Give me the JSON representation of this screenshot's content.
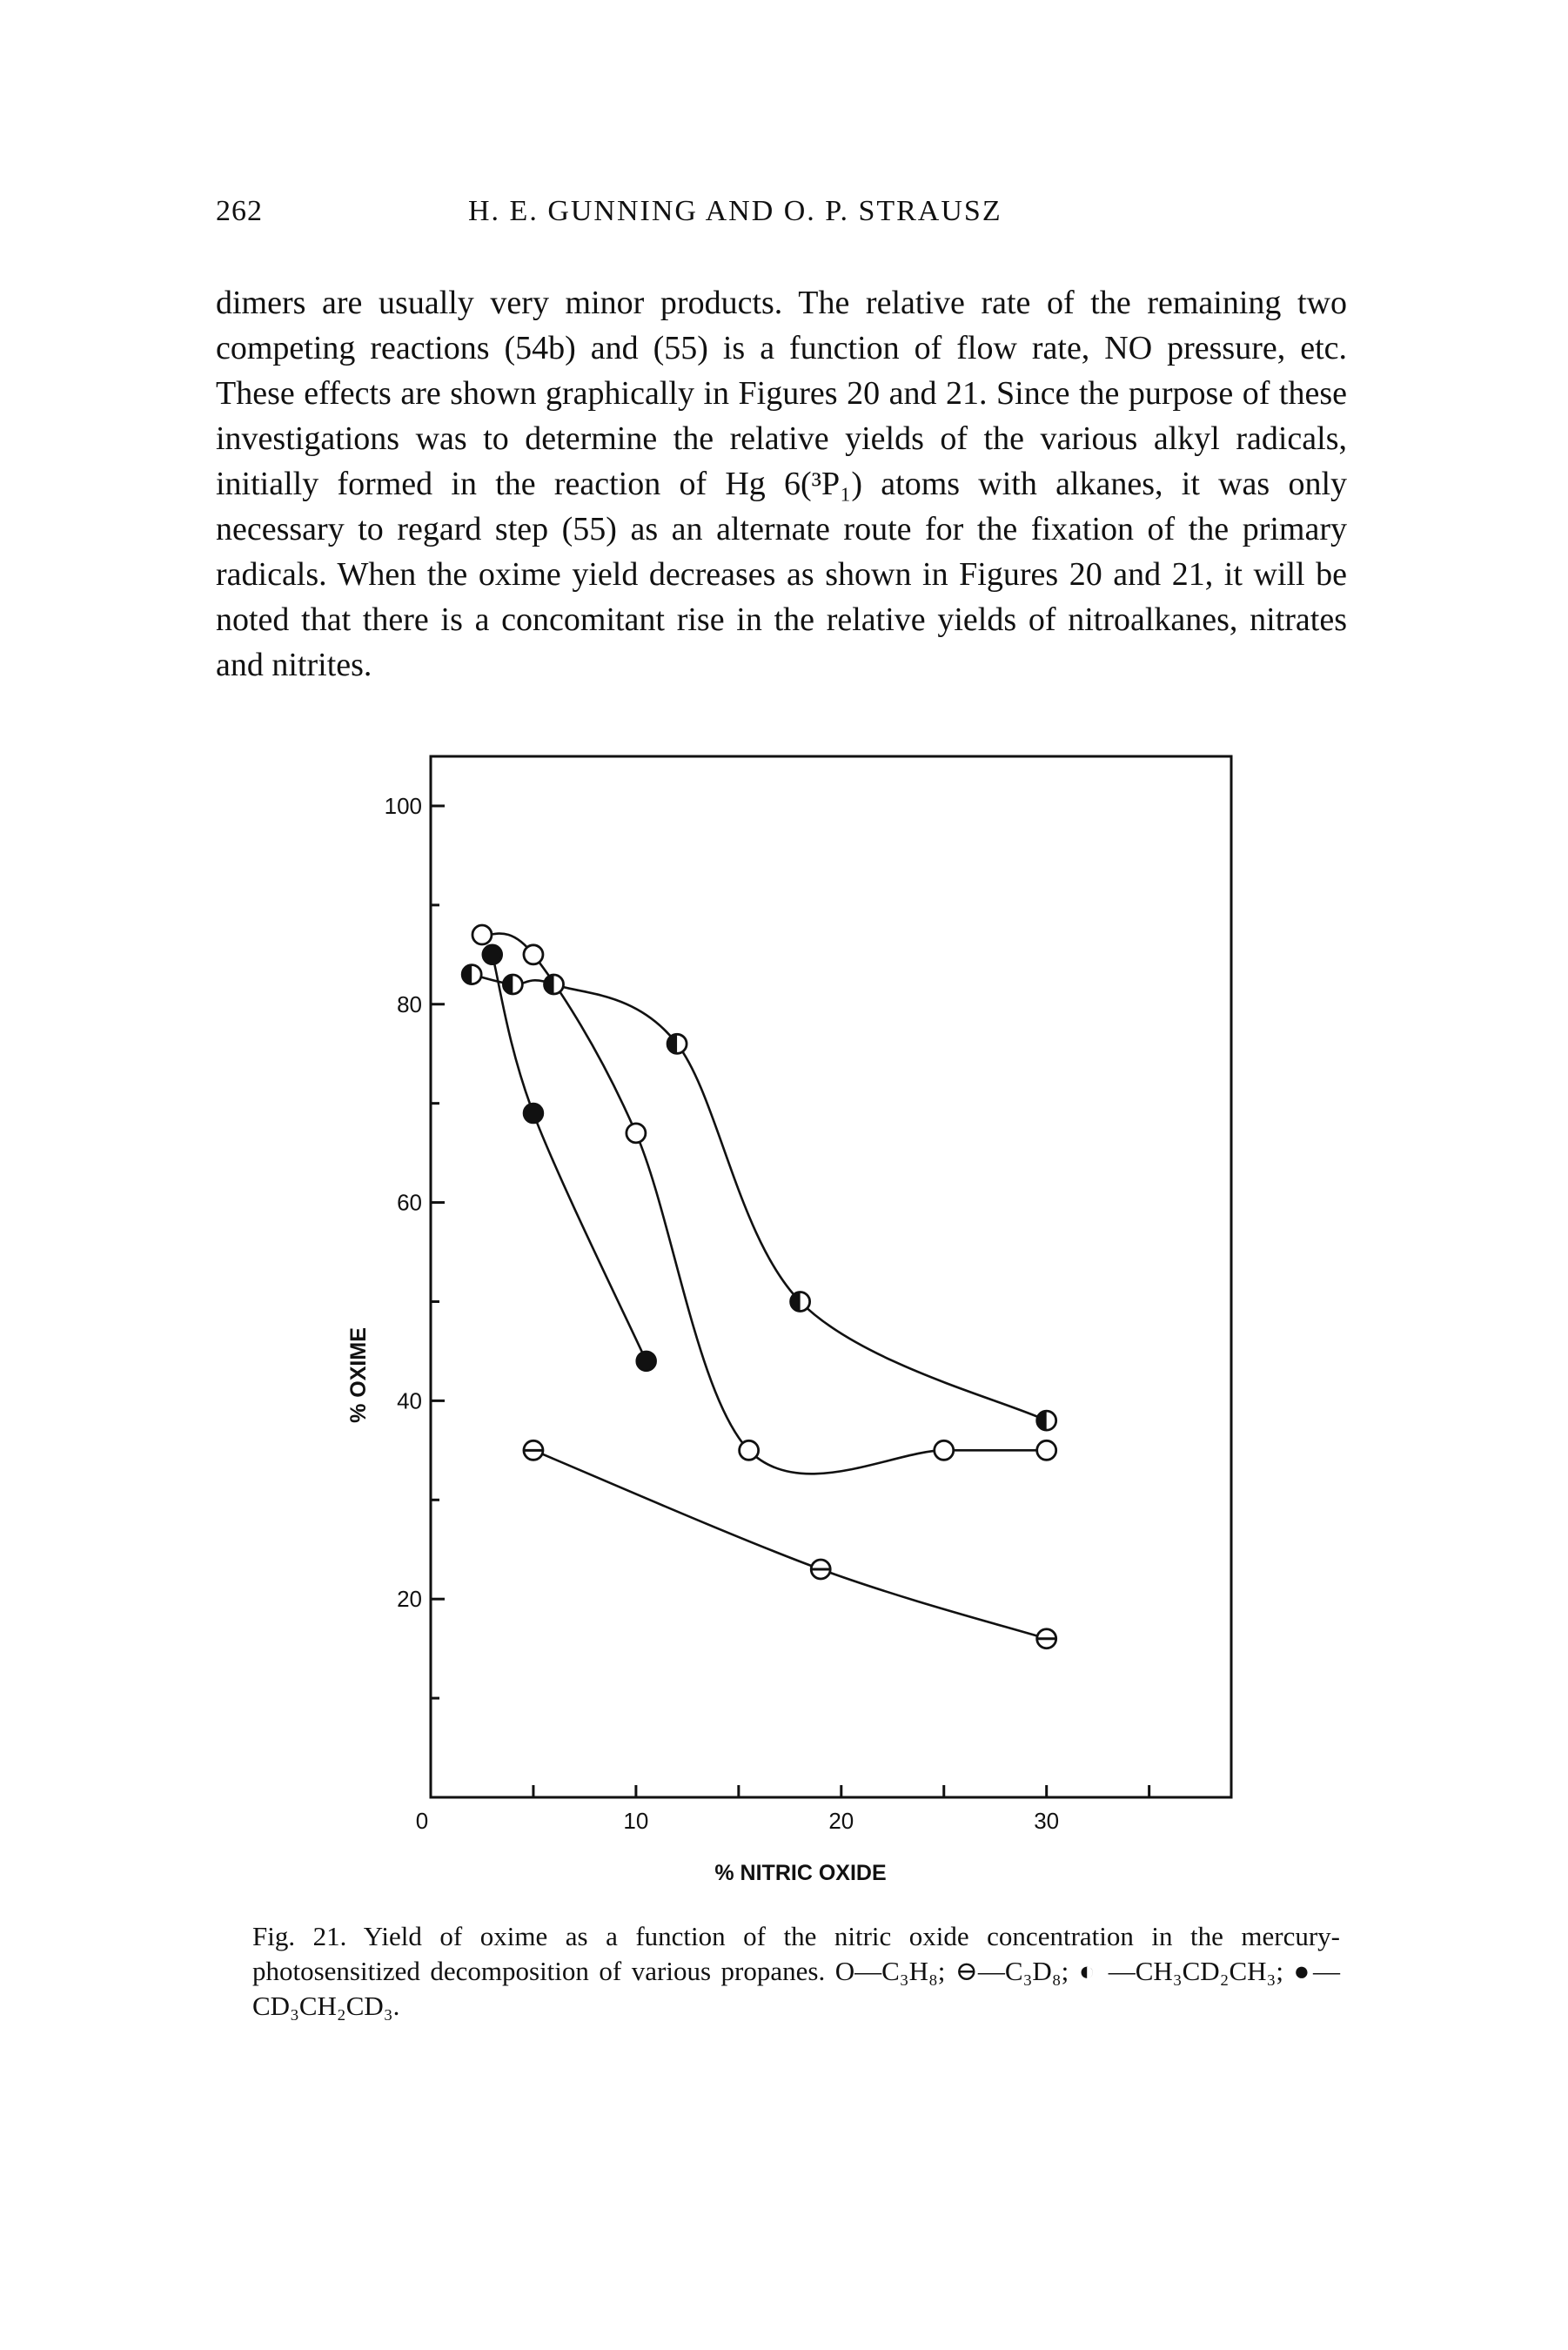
{
  "header": {
    "page_number": "262",
    "authors": "H. E. GUNNING AND O. P. STRAUSZ"
  },
  "body": {
    "paragraph": "dimers are usually very minor products. The relative rate of the remaining two competing reactions (54b) and (55) is a function of flow rate, NO pressure, etc. These effects are shown graphically in Figures 20 and 21. Since the purpose of these investigations was to determine the relative yields of the various alkyl radicals, initially formed in the reaction of Hg 6(³P₁) atoms with alkanes, it was only necessary to regard step (55) as an alternate route for the fixation of the primary radicals. When the oxime yield decreases as shown in Figures 20 and 21, it will be noted that there is a concomitant rise in the relative yields of nitroalkanes, nitrates and nitrites."
  },
  "figure": {
    "caption_label": "Fig. 21.",
    "caption_text": "Yield of oxime as a function of the nitric oxide concentration in the mercury-photosensitized decomposition of various propanes. O—C₃H₈; ⊖—C₃D₈; ◐ —CH₃CD₂CH₃; ●—CD₃CH₂CD₃."
  },
  "chart_data": {
    "type": "line",
    "xlabel": "% NITRIC OXIDE",
    "ylabel": "% OXIME",
    "x_ticks": [
      "0",
      "10",
      "20",
      "30"
    ],
    "y_ticks": [
      "20",
      "40",
      "60",
      "80",
      "100"
    ],
    "xlim": [
      0,
      39
    ],
    "ylim": [
      0,
      105
    ],
    "grid": false,
    "series": [
      {
        "name": "C₃H₈",
        "marker": "open-circle",
        "x": [
          2.5,
          5,
          10,
          15.5,
          25,
          30
        ],
        "y": [
          87,
          85,
          67,
          35,
          35,
          35
        ]
      },
      {
        "name": "C₃D₈",
        "marker": "horizontal-half-circle",
        "x": [
          5,
          19,
          30
        ],
        "y": [
          35,
          23,
          16
        ]
      },
      {
        "name": "CH₃CD₂CH₃",
        "marker": "left-half-circle",
        "x": [
          2,
          4,
          6,
          12,
          18,
          30
        ],
        "y": [
          83,
          82,
          82,
          76,
          50,
          38
        ]
      },
      {
        "name": "CD₃CH₂CD₃",
        "marker": "filled-circle",
        "x": [
          3,
          5,
          10.5
        ],
        "y": [
          85,
          69,
          44
        ]
      }
    ]
  }
}
